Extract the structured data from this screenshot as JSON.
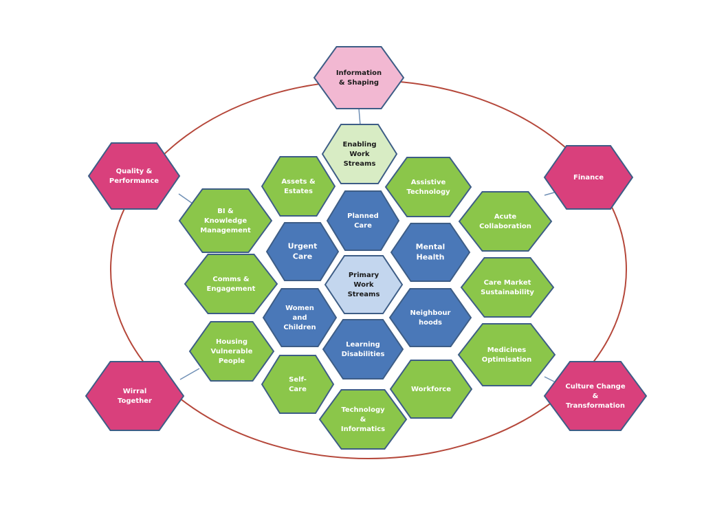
{
  "colors": {
    "ellipse": "#b5473a",
    "connector": "#6f8fb5",
    "hex_outline": "#3d5d86",
    "pink_light": "#f2b8d2",
    "pink_light_text": "#1a1a1a",
    "magenta": "#d9407c",
    "magenta_text": "#ffffff",
    "green": "#8bc64a",
    "green_text": "#ffffff",
    "green_light": "#d8ecc4",
    "green_light_text": "#1a1a1a",
    "blue": "#4a78b8",
    "blue_text": "#ffffff",
    "blue_light": "#c3d6ee",
    "blue_light_text": "#1a1a1a"
  },
  "nodes": [
    {
      "id": "information-shaping",
      "lines": [
        "Information",
        "& Shaping"
      ],
      "style": "pink_light"
    },
    {
      "id": "quality-performance",
      "lines": [
        "Quality &",
        "Performance"
      ],
      "style": "magenta"
    },
    {
      "id": "finance",
      "lines": [
        "Finance"
      ],
      "style": "magenta"
    },
    {
      "id": "wirral-together",
      "lines": [
        "Wirral",
        "Together"
      ],
      "style": "magenta"
    },
    {
      "id": "culture-change",
      "lines": [
        "Culture Change",
        "&",
        "Transformation"
      ],
      "style": "magenta"
    },
    {
      "id": "enabling-work-streams",
      "lines": [
        "Enabling",
        "Work",
        "Streams"
      ],
      "style": "green_light"
    },
    {
      "id": "assets-estates",
      "lines": [
        "Assets &",
        "Estates"
      ],
      "style": "green"
    },
    {
      "id": "assistive-technology",
      "lines": [
        "Assistive",
        "Technology"
      ],
      "style": "green"
    },
    {
      "id": "bi-knowledge",
      "lines": [
        "BI &",
        "Knowledge",
        "Management"
      ],
      "style": "green"
    },
    {
      "id": "acute-collaboration",
      "lines": [
        "Acute",
        "Collaboration"
      ],
      "style": "green"
    },
    {
      "id": "comms-engagement",
      "lines": [
        "Comms &",
        "Engagement"
      ],
      "style": "green"
    },
    {
      "id": "care-market",
      "lines": [
        "Care Market",
        "Sustainability"
      ],
      "style": "green"
    },
    {
      "id": "housing-vulnerable",
      "lines": [
        "Housing",
        "Vulnerable",
        "People"
      ],
      "style": "green"
    },
    {
      "id": "medicines-optimisation",
      "lines": [
        "Medicines",
        "Optimisation"
      ],
      "style": "green"
    },
    {
      "id": "self-care",
      "lines": [
        "Self-",
        "Care"
      ],
      "style": "green"
    },
    {
      "id": "workforce",
      "lines": [
        "Workforce"
      ],
      "style": "green"
    },
    {
      "id": "technology-informatics",
      "lines": [
        "Technology",
        "&",
        "Informatics"
      ],
      "style": "green"
    },
    {
      "id": "planned-care",
      "lines": [
        "Planned",
        "Care"
      ],
      "style": "blue"
    },
    {
      "id": "urgent-care",
      "lines": [
        "Urgent",
        "Care"
      ],
      "style": "blue"
    },
    {
      "id": "mental-health",
      "lines": [
        "Mental",
        "Health"
      ],
      "style": "blue"
    },
    {
      "id": "primary-work-streams",
      "lines": [
        "Primary",
        "Work",
        "Streams"
      ],
      "style": "blue_light"
    },
    {
      "id": "women-children",
      "lines": [
        "Women",
        "and",
        "Children"
      ],
      "style": "blue"
    },
    {
      "id": "neighbourhoods",
      "lines": [
        "Neighbour",
        "hoods"
      ],
      "style": "blue"
    },
    {
      "id": "learning-disabilities",
      "lines": [
        "Learning",
        "Disabilities"
      ],
      "style": "blue"
    }
  ]
}
